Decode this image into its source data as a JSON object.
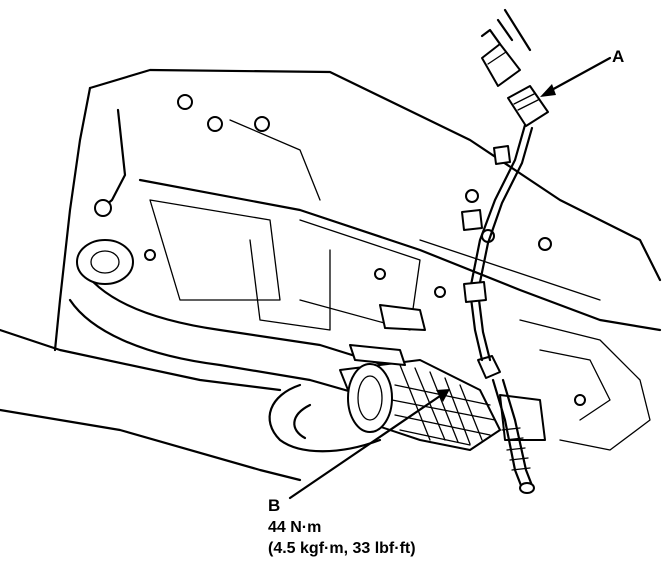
{
  "callouts": {
    "a": {
      "letter": "A"
    },
    "b": {
      "letter": "B",
      "torque_nm": "44 N·m",
      "torque_alt": "(4.5 kgf·m, 33 lbf·ft)"
    }
  }
}
